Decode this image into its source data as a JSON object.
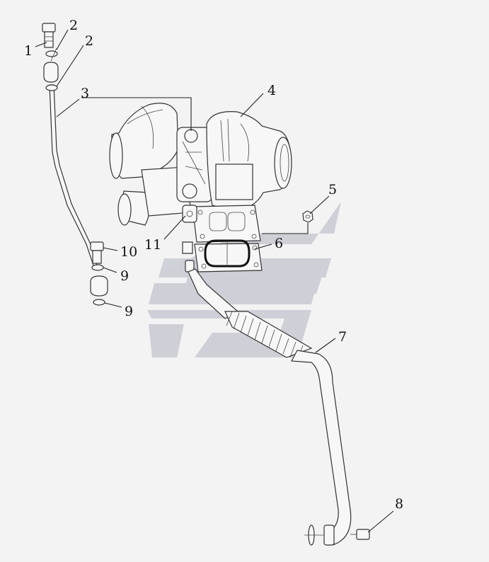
{
  "diagram": {
    "callouts": [
      {
        "id": "c1",
        "label": "1"
      },
      {
        "id": "c2a",
        "label": "2"
      },
      {
        "id": "c2b",
        "label": "2"
      },
      {
        "id": "c3",
        "label": "3"
      },
      {
        "id": "c4",
        "label": "4"
      },
      {
        "id": "c5",
        "label": "5"
      },
      {
        "id": "c6",
        "label": "6"
      },
      {
        "id": "c7",
        "label": "7"
      },
      {
        "id": "c8",
        "label": "8"
      },
      {
        "id": "c9a",
        "label": "9"
      },
      {
        "id": "c9b",
        "label": "9"
      },
      {
        "id": "c10",
        "label": "10"
      },
      {
        "id": "c11",
        "label": "11"
      }
    ]
  },
  "colors": {
    "background": "#f3f3f3",
    "line": "#222222",
    "watermark": "#c9cbd3"
  },
  "watermark": {
    "icon": "stylized-s-logo-watermark"
  }
}
